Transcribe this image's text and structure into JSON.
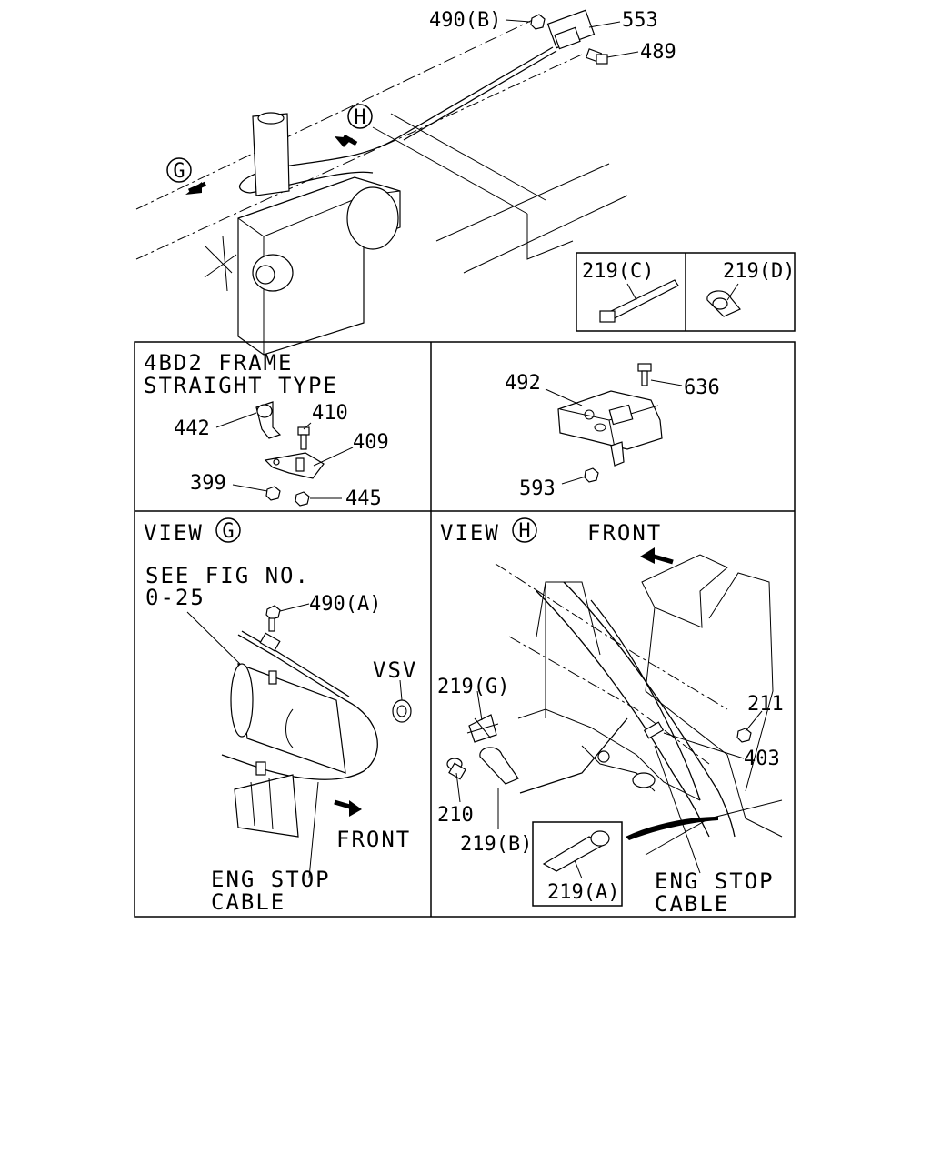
{
  "diagram": {
    "callouts": {
      "c490b": "490(B)",
      "c553": "553",
      "c489": "489",
      "c219c": "219(C)",
      "c219d": "219(D)",
      "c492": "492",
      "c636": "636",
      "c593": "593",
      "c442": "442",
      "c410": "410",
      "c409": "409",
      "c399": "399",
      "c445": "445",
      "c490a": "490(A)",
      "c219g": "219(G)",
      "c211": "211",
      "c403": "403",
      "c210": "210",
      "c219b": "219(B)",
      "c219a": "219(A)"
    },
    "view_markers": {
      "g": "G",
      "h": "H"
    },
    "panels": {
      "frame_title_1": "4BD2 FRAME",
      "frame_title_2": "STRAIGHT TYPE",
      "view_g_label": "VIEW",
      "view_h_label": "VIEW",
      "see_fig_1": "SEE FIG NO.",
      "see_fig_2": "0-25",
      "vsv": "VSV",
      "front_g": "FRONT",
      "front_h": "FRONT",
      "eng_stop_g_1": "ENG STOP",
      "eng_stop_g_2": "CABLE",
      "eng_stop_h_1": "ENG STOP",
      "eng_stop_h_2": "CABLE"
    }
  }
}
